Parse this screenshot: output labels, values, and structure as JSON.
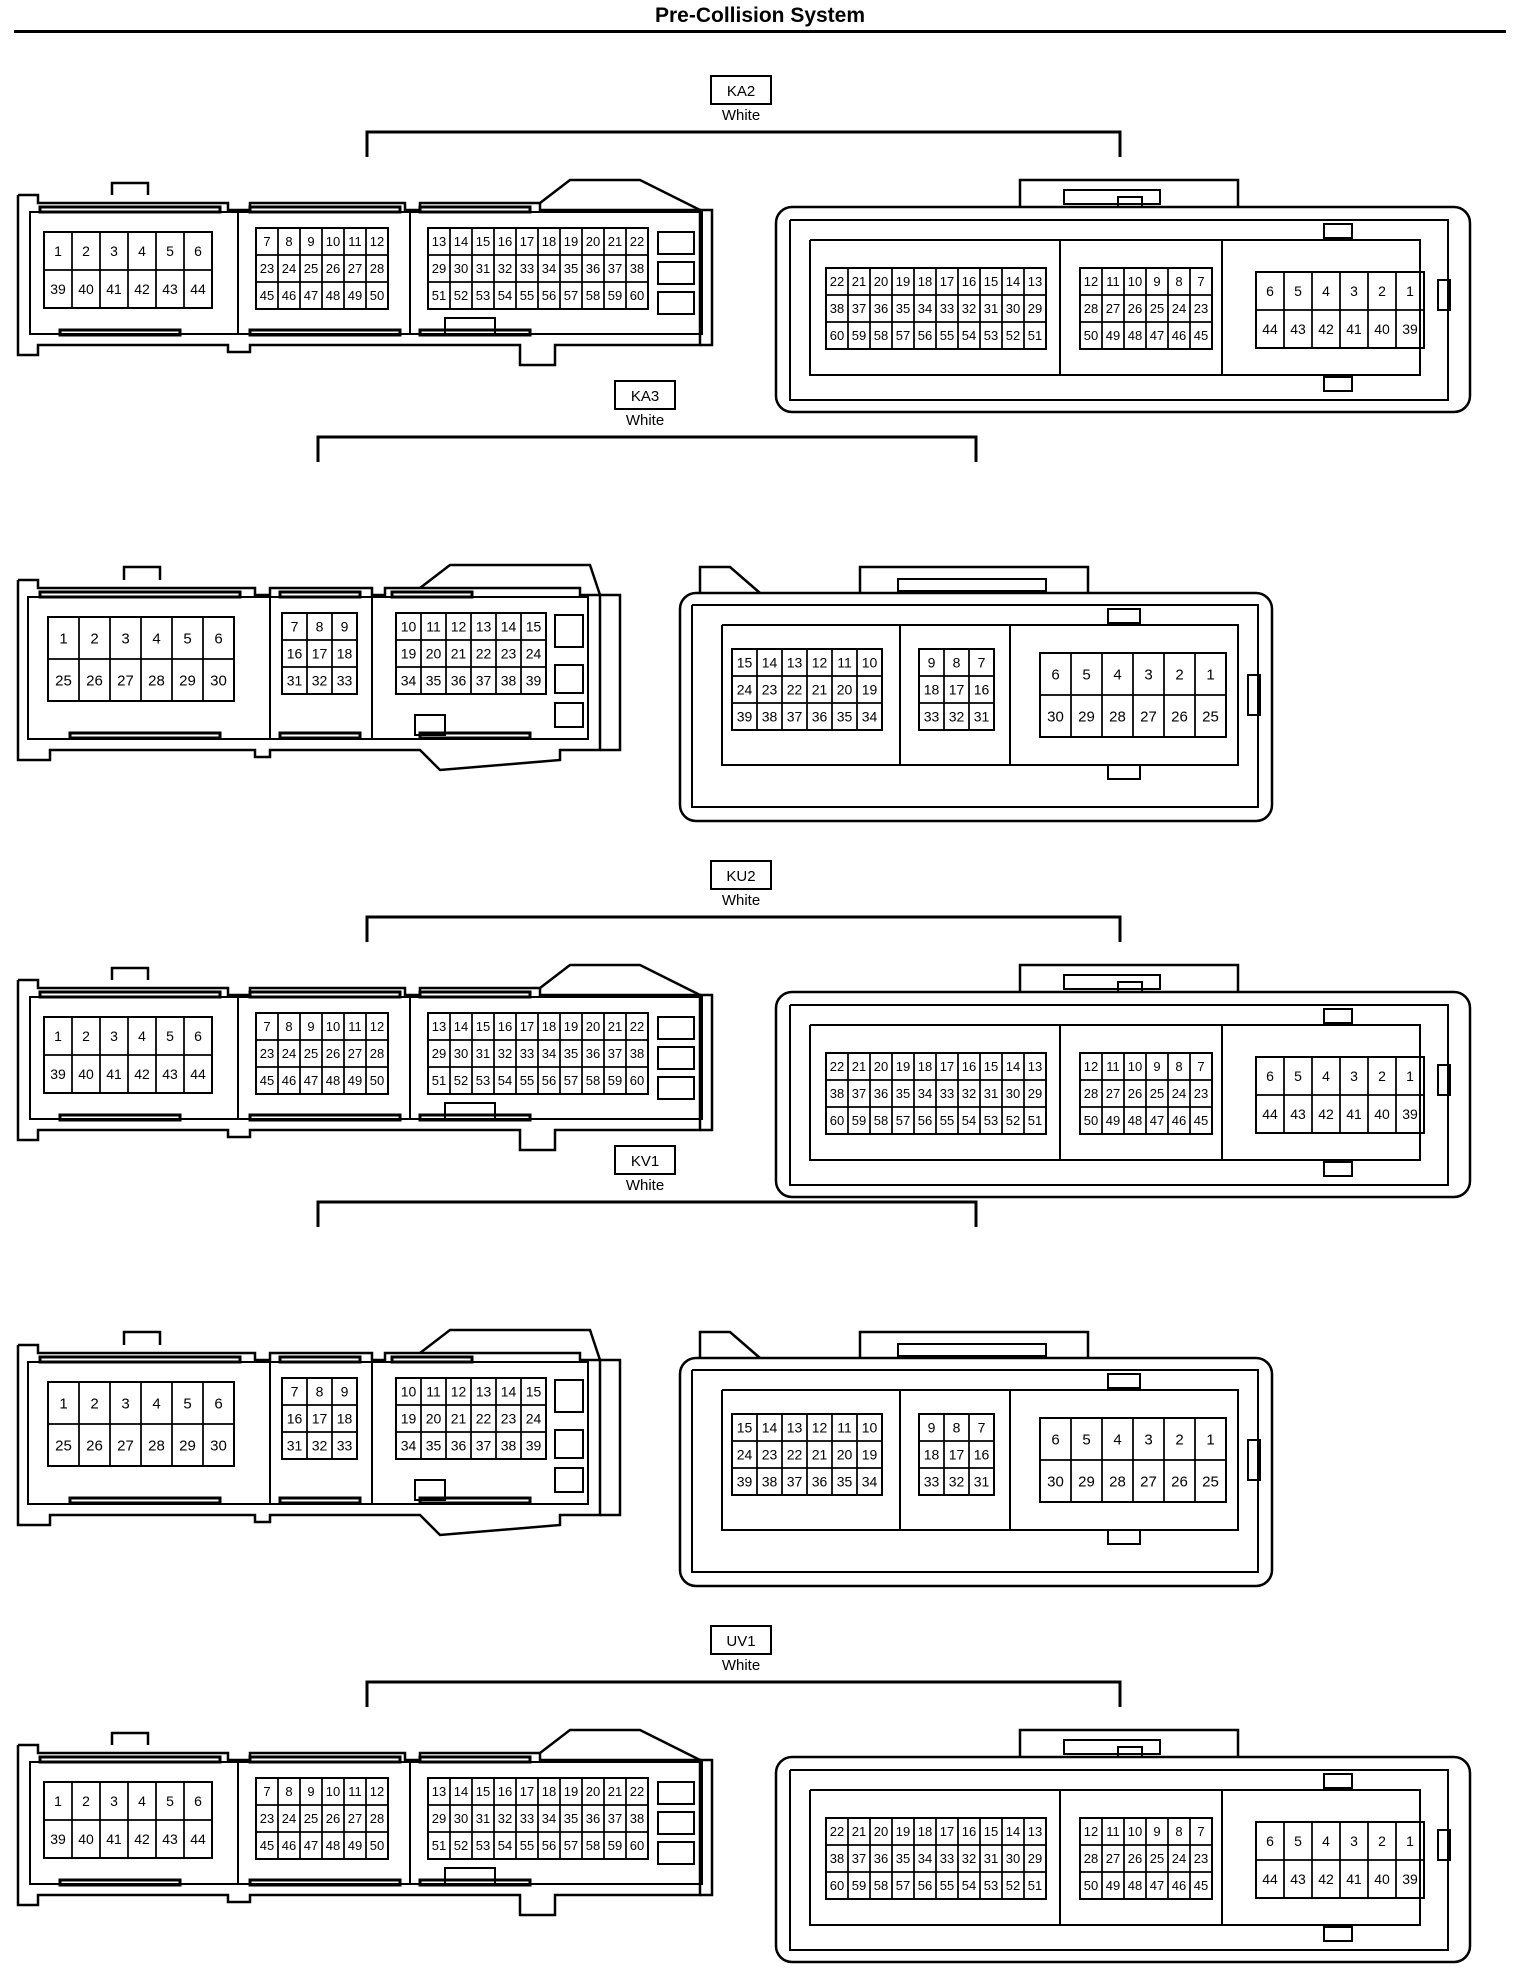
{
  "title": "Pre-Collision System",
  "connectors": [
    {
      "name": "KA2",
      "color": "White",
      "variant": "A",
      "male": [
        {
          "rows": [
            [
              "1",
              "2",
              "3",
              "4",
              "5",
              "6"
            ],
            [
              "39",
              "40",
              "41",
              "42",
              "43",
              "44"
            ]
          ]
        },
        {
          "rows": [
            [
              "7",
              "8",
              "9",
              "10",
              "11",
              "12"
            ],
            [
              "23",
              "24",
              "25",
              "26",
              "27",
              "28"
            ],
            [
              "45",
              "46",
              "47",
              "48",
              "49",
              "50"
            ]
          ]
        },
        {
          "rows": [
            [
              "13",
              "14",
              "15",
              "16",
              "17",
              "18",
              "19",
              "20",
              "21",
              "22"
            ],
            [
              "29",
              "30",
              "31",
              "32",
              "33",
              "34",
              "35",
              "36",
              "37",
              "38"
            ],
            [
              "51",
              "52",
              "53",
              "54",
              "55",
              "56",
              "57",
              "58",
              "59",
              "60"
            ]
          ]
        }
      ],
      "female": [
        {
          "rows": [
            [
              "22",
              "21",
              "20",
              "19",
              "18",
              "17",
              "16",
              "15",
              "14",
              "13"
            ],
            [
              "38",
              "37",
              "36",
              "35",
              "34",
              "33",
              "32",
              "31",
              "30",
              "29"
            ],
            [
              "60",
              "59",
              "58",
              "57",
              "56",
              "55",
              "54",
              "53",
              "52",
              "51"
            ]
          ]
        },
        {
          "rows": [
            [
              "12",
              "11",
              "10",
              "9",
              "8",
              "7"
            ],
            [
              "28",
              "27",
              "26",
              "25",
              "24",
              "23"
            ],
            [
              "50",
              "49",
              "48",
              "47",
              "46",
              "45"
            ]
          ]
        },
        {
          "rows": [
            [
              "6",
              "5",
              "4",
              "3",
              "2",
              "1"
            ],
            [
              "44",
              "43",
              "42",
              "41",
              "40",
              "39"
            ]
          ]
        }
      ]
    },
    {
      "name": "KA3",
      "color": "White",
      "variant": "B",
      "male": [
        {
          "rows": [
            [
              "1",
              "2",
              "3",
              "4",
              "5",
              "6"
            ],
            [
              "25",
              "26",
              "27",
              "28",
              "29",
              "30"
            ]
          ]
        },
        {
          "rows": [
            [
              "7",
              "8",
              "9"
            ],
            [
              "16",
              "17",
              "18"
            ],
            [
              "31",
              "32",
              "33"
            ]
          ]
        },
        {
          "rows": [
            [
              "10",
              "11",
              "12",
              "13",
              "14",
              "15"
            ],
            [
              "19",
              "20",
              "21",
              "22",
              "23",
              "24"
            ],
            [
              "34",
              "35",
              "36",
              "37",
              "38",
              "39"
            ]
          ]
        }
      ],
      "female": [
        {
          "rows": [
            [
              "15",
              "14",
              "13",
              "12",
              "11",
              "10"
            ],
            [
              "24",
              "23",
              "22",
              "21",
              "20",
              "19"
            ],
            [
              "39",
              "38",
              "37",
              "36",
              "35",
              "34"
            ]
          ]
        },
        {
          "rows": [
            [
              "9",
              "8",
              "7"
            ],
            [
              "18",
              "17",
              "16"
            ],
            [
              "33",
              "32",
              "31"
            ]
          ]
        },
        {
          "rows": [
            [
              "6",
              "5",
              "4",
              "3",
              "2",
              "1"
            ],
            [
              "30",
              "29",
              "28",
              "27",
              "26",
              "25"
            ]
          ]
        }
      ]
    },
    {
      "name": "KU2",
      "color": "White",
      "variant": "A",
      "male": [
        {
          "rows": [
            [
              "1",
              "2",
              "3",
              "4",
              "5",
              "6"
            ],
            [
              "39",
              "40",
              "41",
              "42",
              "43",
              "44"
            ]
          ]
        },
        {
          "rows": [
            [
              "7",
              "8",
              "9",
              "10",
              "11",
              "12"
            ],
            [
              "23",
              "24",
              "25",
              "26",
              "27",
              "28"
            ],
            [
              "45",
              "46",
              "47",
              "48",
              "49",
              "50"
            ]
          ]
        },
        {
          "rows": [
            [
              "13",
              "14",
              "15",
              "16",
              "17",
              "18",
              "19",
              "20",
              "21",
              "22"
            ],
            [
              "29",
              "30",
              "31",
              "32",
              "33",
              "34",
              "35",
              "36",
              "37",
              "38"
            ],
            [
              "51",
              "52",
              "53",
              "54",
              "55",
              "56",
              "57",
              "58",
              "59",
              "60"
            ]
          ]
        }
      ],
      "female": [
        {
          "rows": [
            [
              "22",
              "21",
              "20",
              "19",
              "18",
              "17",
              "16",
              "15",
              "14",
              "13"
            ],
            [
              "38",
              "37",
              "36",
              "35",
              "34",
              "33",
              "32",
              "31",
              "30",
              "29"
            ],
            [
              "60",
              "59",
              "58",
              "57",
              "56",
              "55",
              "54",
              "53",
              "52",
              "51"
            ]
          ]
        },
        {
          "rows": [
            [
              "12",
              "11",
              "10",
              "9",
              "8",
              "7"
            ],
            [
              "28",
              "27",
              "26",
              "25",
              "24",
              "23"
            ],
            [
              "50",
              "49",
              "48",
              "47",
              "46",
              "45"
            ]
          ]
        },
        {
          "rows": [
            [
              "6",
              "5",
              "4",
              "3",
              "2",
              "1"
            ],
            [
              "44",
              "43",
              "42",
              "41",
              "40",
              "39"
            ]
          ]
        }
      ]
    },
    {
      "name": "KV1",
      "color": "White",
      "variant": "B",
      "male": [
        {
          "rows": [
            [
              "1",
              "2",
              "3",
              "4",
              "5",
              "6"
            ],
            [
              "25",
              "26",
              "27",
              "28",
              "29",
              "30"
            ]
          ]
        },
        {
          "rows": [
            [
              "7",
              "8",
              "9"
            ],
            [
              "16",
              "17",
              "18"
            ],
            [
              "31",
              "32",
              "33"
            ]
          ]
        },
        {
          "rows": [
            [
              "10",
              "11",
              "12",
              "13",
              "14",
              "15"
            ],
            [
              "19",
              "20",
              "21",
              "22",
              "23",
              "24"
            ],
            [
              "34",
              "35",
              "36",
              "37",
              "38",
              "39"
            ]
          ]
        }
      ],
      "female": [
        {
          "rows": [
            [
              "15",
              "14",
              "13",
              "12",
              "11",
              "10"
            ],
            [
              "24",
              "23",
              "22",
              "21",
              "20",
              "19"
            ],
            [
              "39",
              "38",
              "37",
              "36",
              "35",
              "34"
            ]
          ]
        },
        {
          "rows": [
            [
              "9",
              "8",
              "7"
            ],
            [
              "18",
              "17",
              "16"
            ],
            [
              "33",
              "32",
              "31"
            ]
          ]
        },
        {
          "rows": [
            [
              "6",
              "5",
              "4",
              "3",
              "2",
              "1"
            ],
            [
              "30",
              "29",
              "28",
              "27",
              "26",
              "25"
            ]
          ]
        }
      ]
    },
    {
      "name": "UV1",
      "color": "White",
      "variant": "A",
      "male": [
        {
          "rows": [
            [
              "1",
              "2",
              "3",
              "4",
              "5",
              "6"
            ],
            [
              "39",
              "40",
              "41",
              "42",
              "43",
              "44"
            ]
          ]
        },
        {
          "rows": [
            [
              "7",
              "8",
              "9",
              "10",
              "11",
              "12"
            ],
            [
              "23",
              "24",
              "25",
              "26",
              "27",
              "28"
            ],
            [
              "45",
              "46",
              "47",
              "48",
              "49",
              "50"
            ]
          ]
        },
        {
          "rows": [
            [
              "13",
              "14",
              "15",
              "16",
              "17",
              "18",
              "19",
              "20",
              "21",
              "22"
            ],
            [
              "29",
              "30",
              "31",
              "32",
              "33",
              "34",
              "35",
              "36",
              "37",
              "38"
            ],
            [
              "51",
              "52",
              "53",
              "54",
              "55",
              "56",
              "57",
              "58",
              "59",
              "60"
            ]
          ]
        }
      ],
      "female": [
        {
          "rows": [
            [
              "22",
              "21",
              "20",
              "19",
              "18",
              "17",
              "16",
              "15",
              "14",
              "13"
            ],
            [
              "38",
              "37",
              "36",
              "35",
              "34",
              "33",
              "32",
              "31",
              "30",
              "29"
            ],
            [
              "60",
              "59",
              "58",
              "57",
              "56",
              "55",
              "54",
              "53",
              "52",
              "51"
            ]
          ]
        },
        {
          "rows": [
            [
              "12",
              "11",
              "10",
              "9",
              "8",
              "7"
            ],
            [
              "28",
              "27",
              "26",
              "25",
              "24",
              "23"
            ],
            [
              "50",
              "49",
              "48",
              "47",
              "46",
              "45"
            ]
          ]
        },
        {
          "rows": [
            [
              "6",
              "5",
              "4",
              "3",
              "2",
              "1"
            ],
            [
              "44",
              "43",
              "42",
              "41",
              "40",
              "39"
            ]
          ]
        }
      ]
    }
  ]
}
